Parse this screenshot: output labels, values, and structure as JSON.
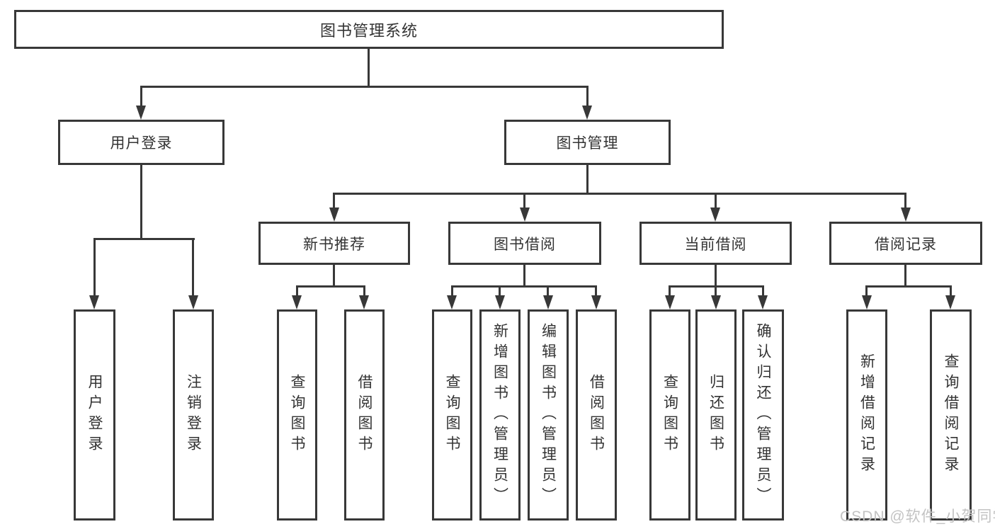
{
  "tree": {
    "root": "图书管理系统",
    "login": {
      "label": "用户登录",
      "children": [
        "用户登录",
        "注销登录"
      ]
    },
    "mgmt": {
      "label": "图书管理"
    },
    "newbook": {
      "label": "新书推荐",
      "children": [
        "查询图书",
        "借阅图书"
      ]
    },
    "borrow": {
      "label": "图书借阅",
      "children": [
        "查询图书",
        "新增图书（管理员）",
        "编辑图书（管理员）",
        "借阅图书"
      ]
    },
    "current": {
      "label": "当前借阅",
      "children": [
        "查询图书",
        "归还图书",
        "确认归还（管理员）"
      ]
    },
    "records": {
      "label": "借阅记录",
      "children": [
        "新增借阅记录",
        "查询借阅记录"
      ]
    }
  },
  "watermark": "CSDN @软件_小贺同学",
  "colors": {
    "line": "#383838",
    "text": "#333333",
    "watermark": "#c3c3c3",
    "background": "#ffffff"
  }
}
